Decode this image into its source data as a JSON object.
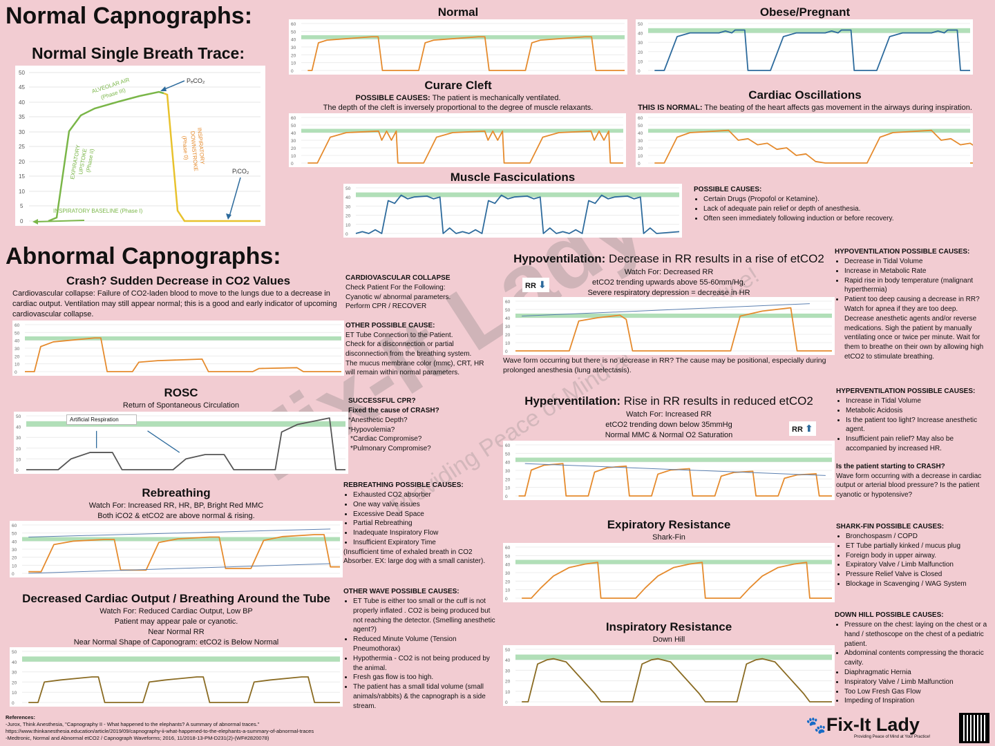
{
  "normal_title": "Normal Capnographs:",
  "abnormal_title": "Abnormal Capnographs:",
  "single_breath": {
    "title": "Normal Single Breath Trace:",
    "y_ticks": [
      "50",
      "45",
      "40",
      "35",
      "30",
      "25",
      "20",
      "15",
      "10",
      "5",
      "0"
    ],
    "alveolar": "ALVEOLAR AIR",
    "phase3": "(Phase III)",
    "petco2": "PₑCO₂",
    "expiratory": "EXPIRATORY",
    "upstroke": "UPSTOKE",
    "phase2": "(Phase II)",
    "inspiratory": "INSPIRATORY",
    "downstroke": "DOWNSTROKE",
    "phase0": "(Phase 0)",
    "pico2": "PᵢCO₂",
    "baseline": "INSPIRATORY BASELINE (Phase I)"
  },
  "normal": {
    "title": "Normal"
  },
  "obese": {
    "title": "Obese/Pregnant"
  },
  "curare": {
    "title": "Curare Cleft",
    "line1_bold": "POSSIBLE CAUSES:",
    "line1": " The patient is mechanically ventilated.",
    "line2": "The depth of the cleft is inversely proportional to the degree of muscle relaxants."
  },
  "cardiac_osc": {
    "title": "Cardiac Oscillations",
    "bold": "THIS IS NORMAL:",
    "text": " The beating of the heart affects gas movement in the airways during inspiration."
  },
  "fasciculations": {
    "title": "Muscle Fasciculations",
    "causes_title": "POSSIBLE CAUSES:",
    "causes": [
      "Certain Drugs (Propofol or Ketamine).",
      "Lack of adequate pain relief or depth of anesthesia.",
      "Often seen immediately following induction or before recovery."
    ]
  },
  "crash": {
    "title": "Crash? Sudden Decrease in CO2 Values",
    "text": "Cardiovascular collapse: Failure of CO2-laden blood to move to the lungs due to a decrease in cardiac output. Ventilation may still appear normal; this is a good and early indicator of upcoming cardiovascular collapse."
  },
  "cv_collapse": {
    "title": "CARDIOVASCULAR COLLAPSE",
    "text": "Check Patient For the Following:\nCyanotic w/ abnormal parameters.\nPerform CPR / RECOVER",
    "other_title": "OTHER POSSIBLE CAUSE:",
    "other_text": "ET Tube Connection to the Patient.\nCheck for a disconnection or partial disconnection from the breathing system.\nThe mucus membrane color (mmc), CRT, HR will remain within normal parameters."
  },
  "rosc": {
    "title": "ROSC",
    "subtitle": "Return of Spontaneous Circulation",
    "label": "Artificial Respiration"
  },
  "cpr": {
    "title1": "SUCCESSFUL CPR?",
    "title2": "Fixed the cause of CRASH?",
    "items": [
      "*Anesthetic Depth?",
      "*Hypovolemia?",
      "*Cardiac Compromise?",
      "*Pulmonary Compromise?"
    ]
  },
  "rebreathing": {
    "title": "Rebreathing",
    "line1": "Watch For: Increased RR, HR, BP, Bright Red MMC",
    "line2": "Both iCO2 & etCO2 are above normal & rising."
  },
  "rebreathing_causes": {
    "title": "REBREATHING POSSIBLE CAUSES:",
    "items": [
      "Exhausted CO2 absorber",
      "One way valve issues",
      "Excessive Dead Space",
      "Partial Rebreathing",
      "Inadequate Inspiratory Flow",
      "Insufficient Expiratory Time"
    ],
    "note": "(Insufficient time of exhaled breath in CO2 Absorber. EX: large dog with a small canister)."
  },
  "dco": {
    "title": "Decreased Cardiac Output / Breathing Around the Tube",
    "line1": "Watch For: Reduced Cardiac Output, Low BP",
    "line2": "Patient may appear pale or cyanotic.",
    "line3": "Near Normal RR",
    "line4": "Near Normal Shape of Caponogram: etCO2 is Below Normal"
  },
  "other_wave": {
    "title": "OTHER WAVE POSSIBLE CAUSES:",
    "items": [
      "ET Tube is either too small or the cuff is not properly inflated . CO2 is being produced but not reaching the detector. (Smelling anesthetic agent?)",
      "Reduced Minute Volume (Tension Pneumothorax)",
      "Hypothermia - CO2 is not being produced by the animal.",
      "Fresh gas flow is too high.",
      "The patient has a small tidal volume (small animals/rabbits) & the capnograph is a side stream."
    ]
  },
  "hypo": {
    "title_bold": "Hypoventilation:",
    "title_rest": " Decrease in RR results in a rise of etCO2",
    "line1": "Watch For: Decreased RR",
    "line2": "etCO2 trending upwards above 55-60mm/Hg.",
    "line3": "Severe respiratory depression = decrease in HR",
    "rr": "RR",
    "note": "Wave form occurring but there is no decrease in RR? The cause may be positional, especially during prolonged anesthesia (lung atelectasis)."
  },
  "hypo_causes": {
    "title": "HYPOVENTILATION POSSIBLE CAUSES:",
    "items": [
      "Decrease in Tidal Volume",
      "Increase in Metabolic Rate",
      "Rapid rise in body temperature (malignant hyperthermia)",
      "Patient too deep causing a decrease in RR? Watch for apnea if they are too deep. Decrease anesthetic agents and/or reverse medications. Sigh the patient by manually ventilating once or twice per minute. Wait for them to breathe on their own by allowing high etCO2 to stimulate breathing."
    ]
  },
  "hyper": {
    "title_bold": "Hyperventilation:",
    "title_rest": " Rise in RR results in reduced etCO2",
    "line1": "Watch For: Increased RR",
    "line2": "etCO2 trending down below 35mmHg",
    "line3": "Normal MMC & Normal O2 Saturation",
    "rr": "RR"
  },
  "hyper_causes": {
    "title": "HYPERVENTILATION POSSIBLE CAUSES:",
    "items": [
      "Increase in Tidal Volume",
      "Metabolic Acidosis",
      "Is the patient too light? Increase anesthetic agent.",
      "Insufficient pain relief? May also be accompanied by increased HR."
    ],
    "crash_title": "Is the patient starting to CRASH?",
    "crash_text": "Wave form occurring with a decrease in cardiac output or arterial blood pressure? Is the patient cyanotic or hypotensive?"
  },
  "exp_res": {
    "title": "Expiratory Resistance",
    "subtitle": "Shark-Fin"
  },
  "shark_causes": {
    "title": "SHARK-FIN POSSIBLE CAUSES:",
    "items": [
      "Bronchospasm / COPD",
      "ET Tube partially kinked / mucus plug",
      "Foreign body in upper airway.",
      "Expiratory Valve / Limb Malfunction",
      "Pressure Relief Valve is Closed",
      "Blockage in Scavenging / WAG System"
    ]
  },
  "insp_res": {
    "title": "Inspiratory Resistance",
    "subtitle": "Down Hill"
  },
  "downhill_causes": {
    "title": "DOWN HILL POSSIBLE CAUSES:",
    "items": [
      "Pressure on the chest: laying on the chest or a hand / stethoscope on the chest of a pediatric patient.",
      "Abdominal contents compressing the thoracic cavity.",
      "Diaphragmatic Hernia",
      "Inspiratory Valve / Limb Malfunction",
      "Too Low Fresh Gas Flow",
      "Impeding of Inspiration"
    ]
  },
  "references": {
    "title": "References:",
    "r1": "-Jurox, Think Anesthesia, \"Capnography II - What happened to the elephants? A summary of abnormal traces.\"",
    "r2": "https://www.thinkanesthesia.education/article/2019/09/capnography-ii-what-happened-to-the-elephants-a-summary-of-abnormal-traces",
    "r3": "-Medtronic, Normal and Abnormal etCO2 / Capnograph Waveforms; 2016, 11/2018-13-PM-D231(2)-(WF#2820078)"
  },
  "brand": {
    "name": "Fix-It Lady",
    "tagline": "Providing Peace of Mind at Your Practice!"
  },
  "watermark": {
    "main": "Fix-It Lady",
    "tagline": "Providing Peace of Mind at Your Practice!"
  },
  "ticks60": [
    "60",
    "50",
    "40",
    "30",
    "20",
    "10",
    "0"
  ],
  "ticks50": [
    "50",
    "40",
    "30",
    "20",
    "10",
    "0"
  ],
  "colors": {
    "orange": "#e58a2c",
    "blue": "#2c6a9c",
    "green": "#7ab648",
    "yellow": "#e8c22d",
    "band": "#a8dcb0",
    "background": "#f2ccd2",
    "olive": "#8a6b22",
    "gray": "#555555"
  }
}
